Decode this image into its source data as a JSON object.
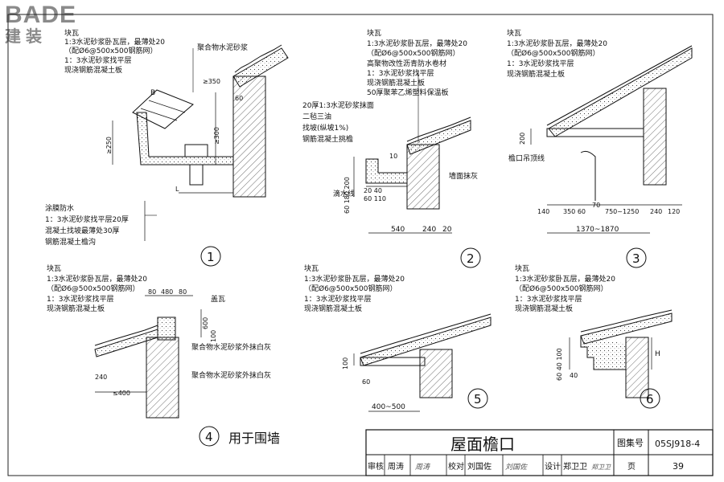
{
  "logo": {
    "brand": "BADE",
    "sub": "建装"
  },
  "title_block": {
    "title": "屋面檐口",
    "atlas_label": "图集号",
    "atlas_no": "05SJ918-4",
    "review_label": "审核",
    "reviewer": "周涛",
    "reviewer_sign": "周涛",
    "check_label": "校对",
    "checker": "刘国佐",
    "checker_sign": "刘国佐",
    "design_label": "设计",
    "designer": "郑卫卫",
    "designer_sign": "郑卫卫",
    "page_label": "页",
    "page_no": "39"
  },
  "details": {
    "d1": {
      "number": "1",
      "l1": "块瓦",
      "l2": "1:3水泥砂浆卧瓦层，最薄处20",
      "l3": "（配Ø6@500x500钢筋网）",
      "l4": "1：3水泥砂浆找平层",
      "l5": "现浇钢筋混凝土板",
      "cement": "聚合物水泥砂浆",
      "b1": "涂膜防水",
      "b2": "1：3水泥砂浆找平层20厚",
      "b3": "混凝土找坡最薄处30厚",
      "b4": "钢筋混凝土檐沟",
      "dim_350": "≥350",
      "dim_60": "60",
      "dim_300": "≥300",
      "dim_250": "≥250",
      "dim_L": "L",
      "tag_B": "B"
    },
    "d2": {
      "number": "2",
      "l1": "块瓦",
      "l2": "1:3水泥砂浆卧瓦层，最薄处20",
      "l3": "（配Ø6@500x500钢筋网）",
      "l4": "高聚物改性沥青防水卷材",
      "l5": "1：3水泥砂浆找平层",
      "l6": "现浇钢筋混凝土板",
      "l7": "50厚聚苯乙烯塑料保温板",
      "s1": "20厚1:3水泥砂浆抹面",
      "s2": "二毡三油",
      "s3": "找坡(纵坡1%)",
      "s4": "钢筋混凝土挑檐",
      "drip": "滴水线",
      "wall_plaster": "墙面抹灰",
      "dim_10": "10",
      "dim_h": "60 180 200",
      "dim_20": "20 40",
      "dim_60_110": "60 110",
      "dim_540": "540",
      "dim_240": "240",
      "dim_20b": "20"
    },
    "d3": {
      "number": "3",
      "l1": "块瓦",
      "l2": "1:3水泥砂浆卧瓦层，最薄处20",
      "l3": "（配Ø6@500x500钢筋网）",
      "l4": "1：3水泥砂浆找平层",
      "l5": "现浇钢筋混凝土板",
      "ceiling": "檐口吊顶线",
      "dim_200": "200",
      "dim_140": "140",
      "dim_350": "350 60",
      "dim_70": "70",
      "dim_750": "750~1250",
      "dim_240": "240",
      "dim_120": "120",
      "dim_1370": "1370~1870"
    },
    "d4": {
      "number": "4",
      "caption": "用于围墙",
      "l1": "块瓦",
      "l2": "1:3水泥砂浆卧瓦层，最薄处20",
      "l3": "（配Ø6@500x500钢筋网）",
      "l4": "1：3水泥砂浆找平层",
      "l5": "现浇钢筋混凝土板",
      "ridge": "盖瓦",
      "p1": "聚合物水泥砂浆外抹白灰",
      "p2": "聚合物水泥砂浆外抹白灰",
      "dim_80": "80",
      "dim_480": "480",
      "dim_80b": "80",
      "dim_600": "600",
      "dim_100": "100",
      "dim_240": "240",
      "dim_400": "≤400"
    },
    "d5": {
      "number": "5",
      "l1": "块瓦",
      "l2": "1:3水泥砂浆卧瓦层，最薄处20",
      "l3": "（配Ø6@500x500钢筋网）",
      "l4": "1：3水泥砂浆找平层",
      "l5": "现浇钢筋混凝土板",
      "dim_100": "100",
      "dim_60": "60",
      "dim_400": "400~500"
    },
    "d6": {
      "number": "6",
      "l1": "块瓦",
      "l2": "1:3水泥砂浆卧瓦层，最薄处20",
      "l3": "（配Ø6@500x500钢筋网）",
      "l4": "1：3水泥砂浆找平层",
      "l5": "现浇钢筋混凝土板",
      "dim_H": "H",
      "dim_v": "60 40 100",
      "dim_40": "40"
    }
  }
}
